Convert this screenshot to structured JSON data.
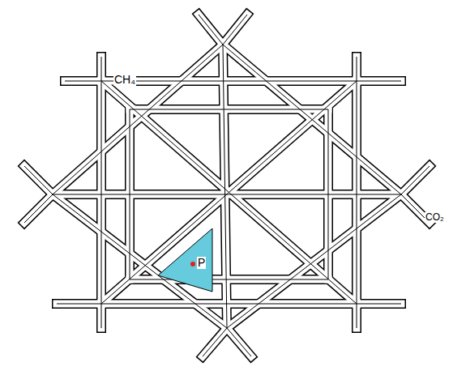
{
  "diagram": {
    "labels": [
      "CH₄",
      "P",
      "CO₂"
    ]
  }
}
